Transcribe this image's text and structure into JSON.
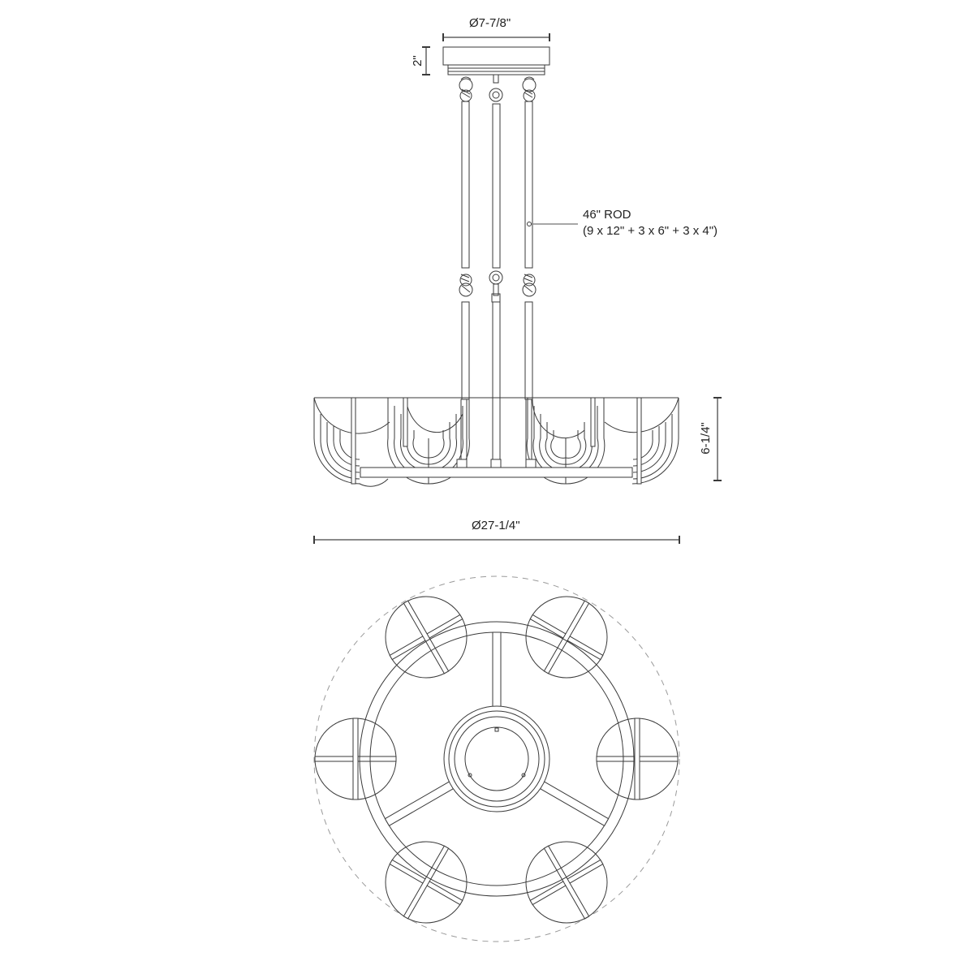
{
  "drawing": {
    "subject": "chandelier dimension drawing",
    "views": [
      "side-elevation",
      "bottom-plan"
    ]
  },
  "dimensions": {
    "canopy_diameter": "Ø7-7/8\"",
    "canopy_height": "2\"",
    "rod_length_line1": "46\" ROD",
    "rod_length_line2": "(9 x 12\" + 3 x 6\" + 3 x 4\")",
    "body_height": "6-1/4\"",
    "overall_diameter": "Ø27-1/4\""
  },
  "colors": {
    "line": "#3a3a3a",
    "dimension_line": "#8a8a8a",
    "dashed_outline": "#9a9a9a",
    "background": "#ffffff"
  },
  "components": {
    "rod_count": 3,
    "globe_count": 6,
    "hub_spoke_count": 3
  }
}
